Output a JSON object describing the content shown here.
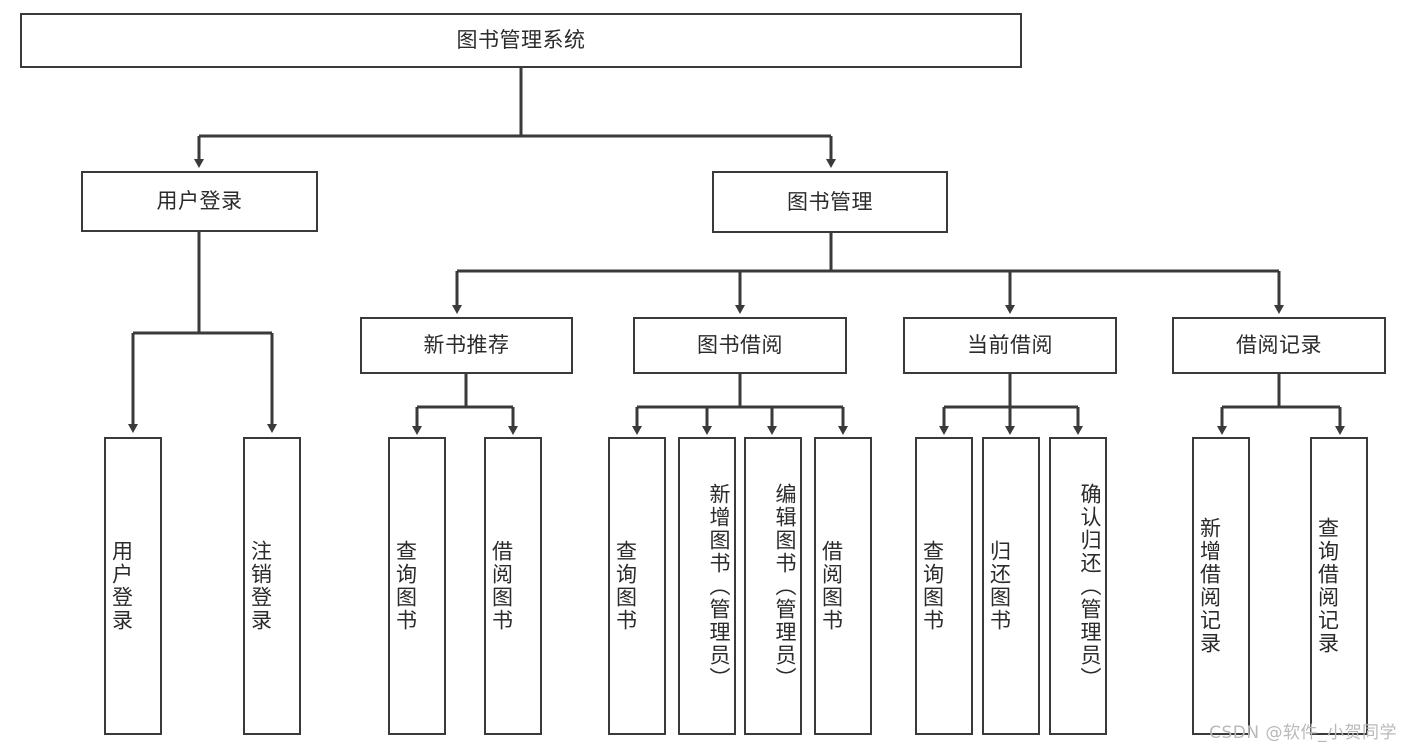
{
  "diagram": {
    "title_node": {
      "label": "图书管理系统"
    },
    "level2": [
      {
        "label": "用户登录"
      },
      {
        "label": "图书管理"
      }
    ],
    "level3": [
      {
        "label": "新书推荐"
      },
      {
        "label": "图书借阅"
      },
      {
        "label": "当前借阅"
      },
      {
        "label": "借阅记录"
      }
    ],
    "leaves": {
      "user_login": [
        {
          "label": "用户登录"
        },
        {
          "label": "注销登录"
        }
      ],
      "new_book": [
        {
          "label": "查询图书"
        },
        {
          "label": "借阅图书"
        }
      ],
      "book_borrow": [
        {
          "label": "查询图书"
        },
        {
          "label": "新增图书（管理员）"
        },
        {
          "label": "编辑图书（管理员）"
        },
        {
          "label": "借阅图书"
        }
      ],
      "current_borrow": [
        {
          "label": "查询图书"
        },
        {
          "label": "归还图书"
        },
        {
          "label": "确认归还（管理员）"
        }
      ],
      "borrow_record": [
        {
          "label": "新增借阅记录"
        },
        {
          "label": "查询借阅记录"
        }
      ]
    }
  },
  "watermark": {
    "text": "CSDN @软件_小贺同学"
  },
  "colors": {
    "border": "#3a3a3a",
    "text": "#2b2b2b",
    "background": "#ffffff",
    "watermark": "#b9b9b9"
  }
}
